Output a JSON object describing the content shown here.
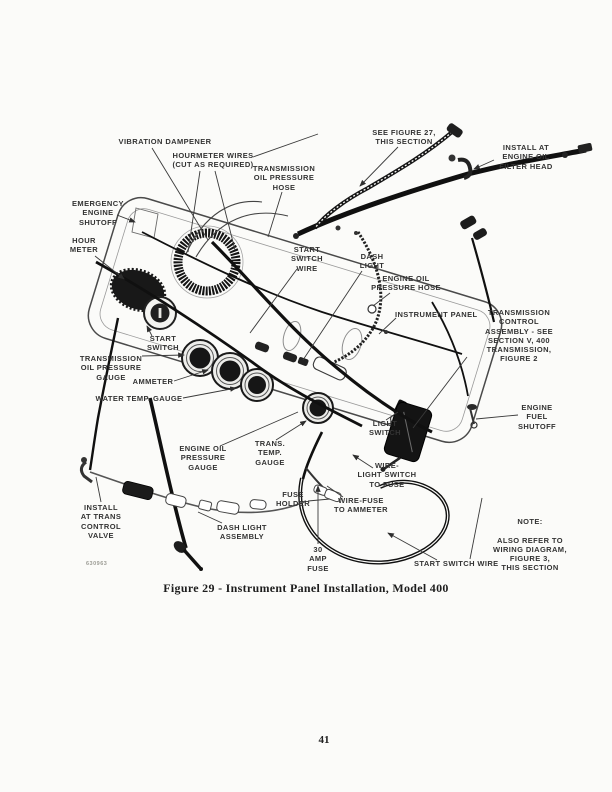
{
  "page": {
    "number": "41",
    "paper_color": "#fbfbf9",
    "ink_color": "#1f1f1f",
    "label_color": "#333333"
  },
  "figure": {
    "caption": "Figure 29 - Instrument Panel Installation, Model 400",
    "photo_id": "630963",
    "callouts": [
      {
        "id": "vibration-dampener",
        "text": "VIBRATION DAMPENER"
      },
      {
        "id": "hourmeter-wires",
        "text": "HOURMETER WIRES\n(CUT AS REQUIRED)"
      },
      {
        "id": "transmission-oil-pressure-hose",
        "text": "TRANSMISSION\nOIL PRESSURE\nHOSE"
      },
      {
        "id": "see-figure-27",
        "text": "SEE FIGURE 27,\nTHIS SECTION"
      },
      {
        "id": "install-at-engine-oil-filter-head",
        "text": "INSTALL AT\nENGINE OIL\nFILTER HEAD"
      },
      {
        "id": "emergency-engine-shutoff",
        "text": "EMERGENCY\nENGINE\nSHUTOFF"
      },
      {
        "id": "hour-meter",
        "text": "HOUR\nMETER"
      },
      {
        "id": "start-switch-wire-top",
        "text": "START\nSWITCH\nWIRE"
      },
      {
        "id": "dash-light",
        "text": "DASH\nLIGHT"
      },
      {
        "id": "engine-oil-pressure-hose",
        "text": "ENGINE OIL\nPRESSURE HOSE"
      },
      {
        "id": "instrument-panel",
        "text": "INSTRUMENT PANEL"
      },
      {
        "id": "transmission-control-assembly",
        "text": "TRANSMISSION\nCONTROL\nASSEMBLY - SEE\nSECTION V, 400\nTRANSMISSION,\nFIGURE 2"
      },
      {
        "id": "start-switch",
        "text": "START\nSWITCH"
      },
      {
        "id": "transmission-oil-pressure-gauge",
        "text": "TRANSMISSION\nOIL PRESSURE\nGAUGE"
      },
      {
        "id": "ammeter",
        "text": "AMMETER"
      },
      {
        "id": "water-temp-gauge",
        "text": "WATER TEMP. GAUGE"
      },
      {
        "id": "engine-fuel-shutoff",
        "text": "ENGINE\nFUEL\nSHUTOFF"
      },
      {
        "id": "engine-oil-pressure-gauge",
        "text": "ENGINE OIL\nPRESSURE\nGAUGE"
      },
      {
        "id": "trans-temp-gauge",
        "text": "TRANS.\nTEMP.\nGAUGE"
      },
      {
        "id": "light-switch",
        "text": "LIGHT\nSWITCH"
      },
      {
        "id": "wire-light-switch-to-fuse",
        "text": "WIRE-\nLIGHT SWITCH\nTO FUSE"
      },
      {
        "id": "install-at-trans-control-valve",
        "text": "INSTALL\nAT TRANS\nCONTROL\nVALVE"
      },
      {
        "id": "dash-light-assembly",
        "text": "DASH LIGHT\nASSEMBLY"
      },
      {
        "id": "fuse-holder",
        "text": "FUSE\nHOLDER"
      },
      {
        "id": "wire-fuse-to-ammeter",
        "text": "WIRE-FUSE\nTO AMMETER"
      },
      {
        "id": "thirty-amp-fuse",
        "text": "30\nAMP\nFUSE"
      },
      {
        "id": "start-switch-wire-bottom",
        "text": "START SWITCH WIRE"
      },
      {
        "id": "note",
        "text": "NOTE:\n\nALSO REFER TO\nWIRING DIAGRAM,\nFIGURE 3,\nTHIS SECTION"
      }
    ]
  }
}
